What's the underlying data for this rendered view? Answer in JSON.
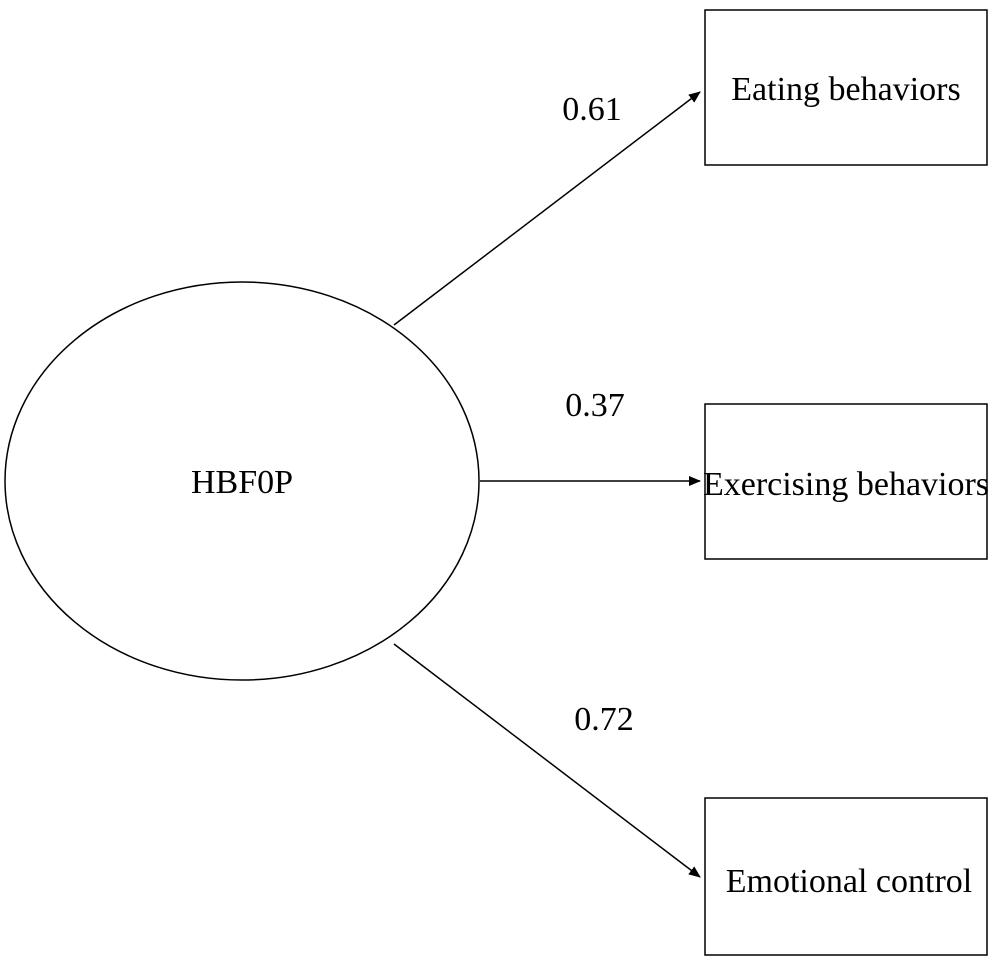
{
  "latent": {
    "label": "HBF0P"
  },
  "indicators": [
    {
      "label": "Eating behaviors",
      "loading": "0.61"
    },
    {
      "label": "Exercising behaviors",
      "loading": "0.37"
    },
    {
      "label": "Emotional control",
      "loading": "0.72"
    }
  ],
  "colors": {
    "stroke": "#000000",
    "background": "#ffffff"
  }
}
